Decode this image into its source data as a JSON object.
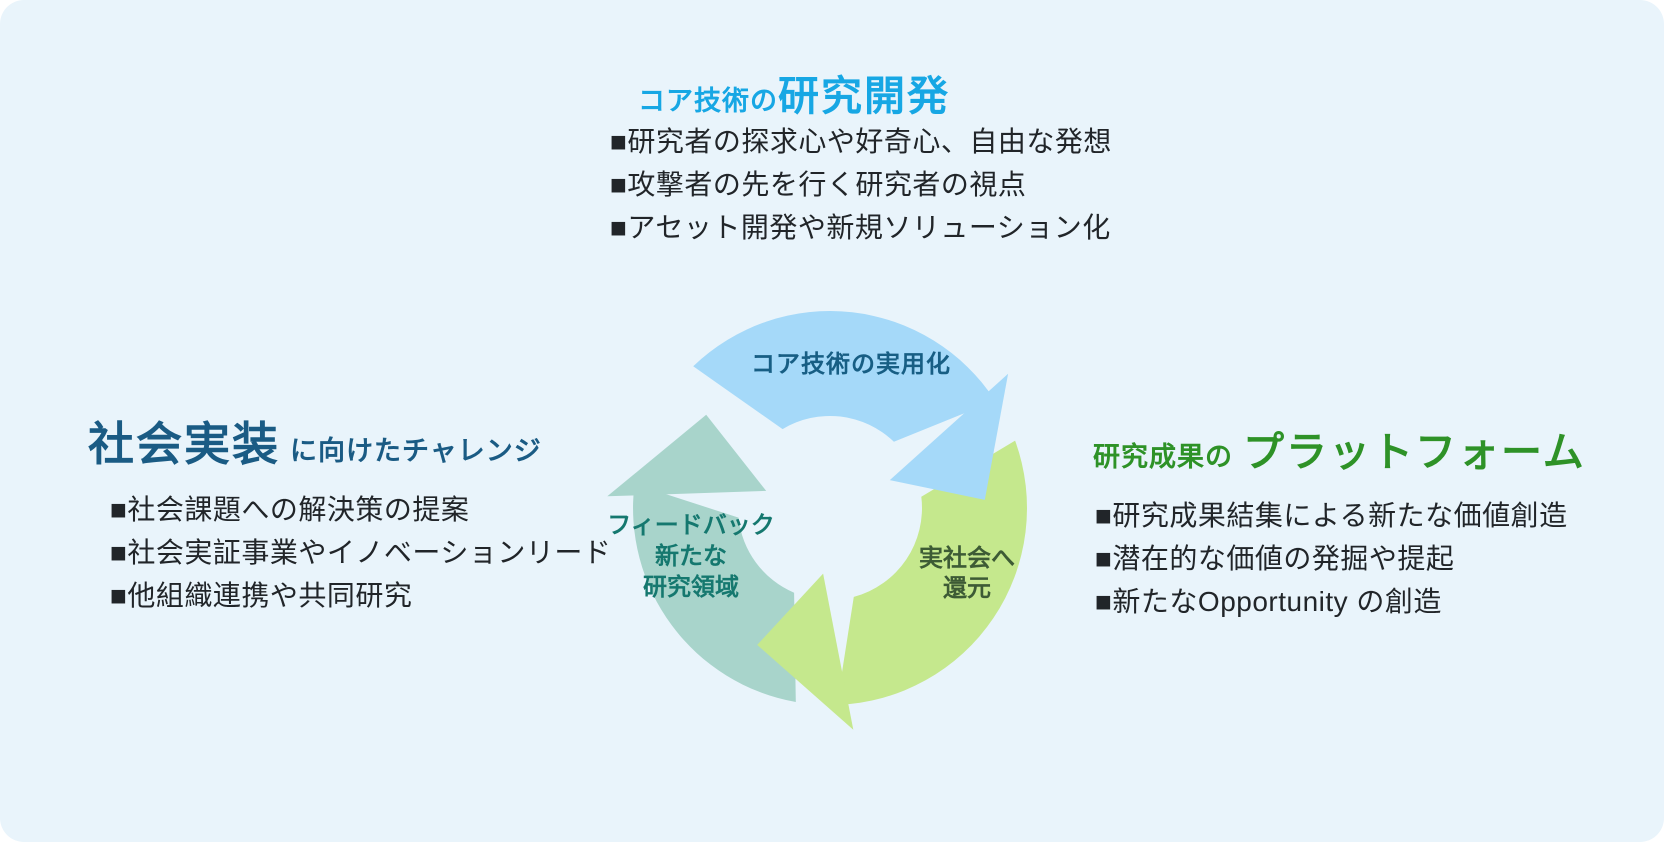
{
  "page": {
    "background_color": "#E9F4FB",
    "outer_color": "#FFFFFF"
  },
  "top_section": {
    "heading_prefix": "コア技術の",
    "heading_main": "研究開発",
    "heading_color": "#17A7E4",
    "bullets": [
      "■研究者の探求心や好奇心、自由な発想",
      "■攻撃者の先を行く研究者の視点",
      "■アセット開発や新規ソリューション化"
    ]
  },
  "left_section": {
    "heading_main": "社会実装",
    "heading_suffix": "に向けたチャレンジ",
    "heading_color": "#1A5B84",
    "bullets": [
      "■社会課題への解決策の提案",
      "■社会実証事業やイノベーションリード",
      "■他組織連携や共同研究"
    ]
  },
  "right_section": {
    "heading_prefix": "研究成果の",
    "heading_main": "プラットフォーム",
    "heading_color": "#2E9227",
    "bullets": [
      "■研究成果結集による新たな価値創造",
      "■潜在的な価値の発掘や提起",
      "■新たなOpportunity の創造"
    ]
  },
  "cycle": {
    "direction": "clockwise",
    "arrows": [
      {
        "name": "core-tech-utilization",
        "color": "#A5D9F9",
        "label": "コア技術の実用化",
        "label_color": "#175E84"
      },
      {
        "name": "return-to-real-society",
        "color": "#C5E88D",
        "label_lines": [
          "実社会へ",
          "還元"
        ],
        "label_color": "#3D5B35"
      },
      {
        "name": "feedback-new-research-area",
        "color": "#A8D4CB",
        "label_lines": [
          "フィードバック",
          "新たな",
          "研究領域"
        ],
        "label_color": "#15786F"
      }
    ]
  }
}
